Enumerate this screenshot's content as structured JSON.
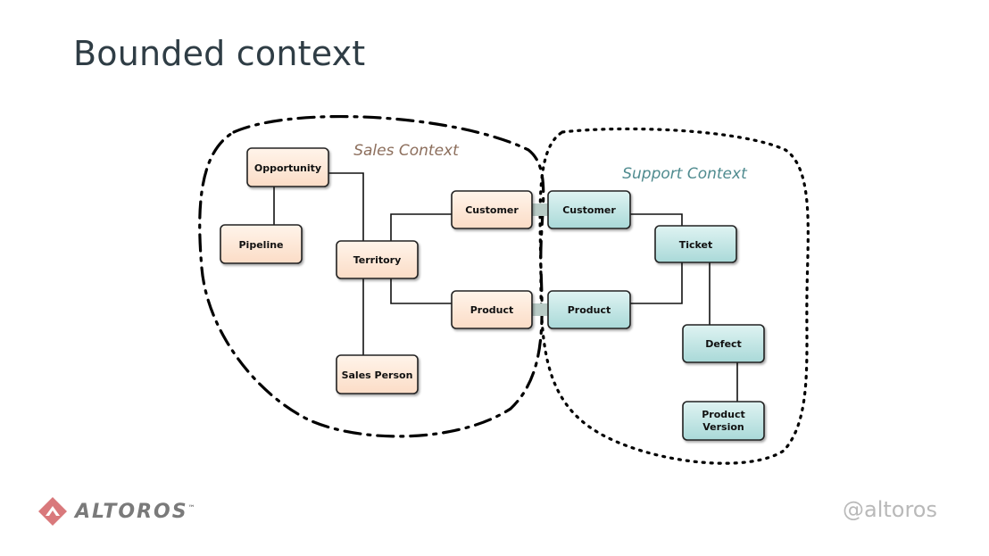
{
  "slide": {
    "title": "Bounded context"
  },
  "diagram": {
    "contexts": [
      {
        "id": "sales",
        "label": "Sales Context",
        "color": "#8c6e5c",
        "style": "dash-dot"
      },
      {
        "id": "support",
        "label": "Support Context",
        "color": "#4f8b8f",
        "style": "dotted"
      }
    ],
    "sales_entities": [
      "Opportunity",
      "Pipeline",
      "Territory",
      "Sales Person",
      "Customer",
      "Product"
    ],
    "support_entities": [
      "Customer",
      "Product",
      "Ticket",
      "Defect",
      "Product Version"
    ],
    "colors": {
      "sales_fill": "#fde9d9",
      "support_fill": "#c5e6e6",
      "shared_link": "#b8cbc6"
    }
  },
  "footer": {
    "logo_text": "ALTOROS",
    "logo_tm": "™",
    "handle": "@altoros",
    "logo_color": "#d9797c"
  }
}
